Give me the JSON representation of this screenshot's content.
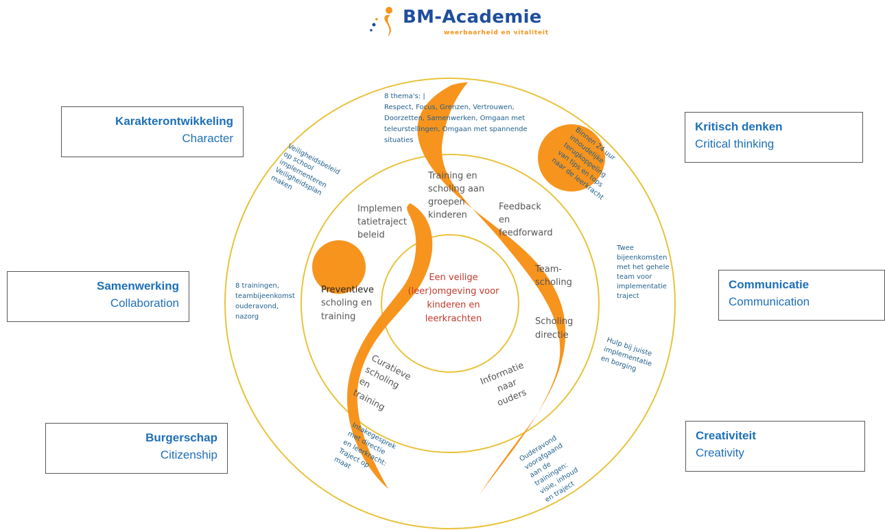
{
  "logo": {
    "name": "BM-Academie",
    "tagline": "weerbaarheid en vitaliteit"
  },
  "skills": [
    {
      "id": "karakter",
      "nl": "Karakterontwikkeling",
      "en": "Character"
    },
    {
      "id": "kritisch",
      "nl": "Kritisch denken",
      "en": "Critical thinking"
    },
    {
      "id": "samenwerking",
      "nl": "Samenwerking",
      "en": "Collaboration"
    },
    {
      "id": "communicatie",
      "nl": "Communicatie",
      "en": "Communication"
    },
    {
      "id": "burgerschap",
      "nl": "Burgerschap",
      "en": "Citizenship"
    },
    {
      "id": "creativiteit",
      "nl": "Creativiteit",
      "en": "Creativity"
    }
  ],
  "center": [
    "Een veilige",
    "(leer)omgeving voor",
    "kinderen en",
    "leerkrachten"
  ],
  "inner_ring": {
    "training_groepen": [
      "Training en",
      "scholing  aan",
      "groepen",
      "kinderen"
    ],
    "implementatie": [
      "Implemen",
      "tatietraject",
      "beleid"
    ],
    "feedback": [
      "Feedback",
      "en",
      "feedforward"
    ],
    "preventieve": [
      "Preventieve",
      "scholing en",
      "training"
    ],
    "teamscholing": [
      "Team-",
      "scholing"
    ],
    "scholing_directie": [
      "Scholing",
      "directie"
    ],
    "curatieve": [
      "Curatieve",
      "scholing",
      "en",
      "training"
    ],
    "informatie": [
      "Informatie",
      "naar",
      "ouders"
    ]
  },
  "outer_ring": {
    "themas": [
      "8 thema's: |",
      "Respect, Focus, Grenzen, Vertrouwen,",
      "Doorzetten, Samenwerken, Omgaan met",
      "teleurstellingen, Omgaan met spannende",
      "situaties"
    ],
    "veiligheid": [
      "Veiligheidsbeleid",
      "op school",
      "implementeren",
      "Veiligheidsplan",
      "maken"
    ],
    "binnen24": [
      "Binnen 24 uur",
      "inhoudelijke",
      "terugkoppeling",
      "van tips en tops",
      "naar de leerkracht"
    ],
    "trainingen": [
      "8 trainingen,",
      "teambijeenkomst",
      "ouderavond,",
      "nazorg"
    ],
    "twee": [
      "Twee",
      "bijeenkomsten",
      "met het gehele",
      "team voor",
      "implementatie",
      "traject"
    ],
    "hulp": [
      "Hulp bij juiste",
      "implementatie",
      "en borging"
    ],
    "intake": [
      "Intakegesprek",
      "met directie",
      "en leerkracht:",
      "Traject op",
      "maat"
    ],
    "ouderavond": [
      "Ouderavond",
      "voorafgaand",
      "aan de",
      "trainingen:",
      "visie, inhoud",
      "en traject"
    ]
  },
  "colors": {
    "orange": "#f7941d",
    "ring": "#e8c23a",
    "skill_blue": "#1d6fb8",
    "note_blue": "#1f5f8b",
    "center_red": "#c0392b",
    "grey_text": "#555555"
  }
}
